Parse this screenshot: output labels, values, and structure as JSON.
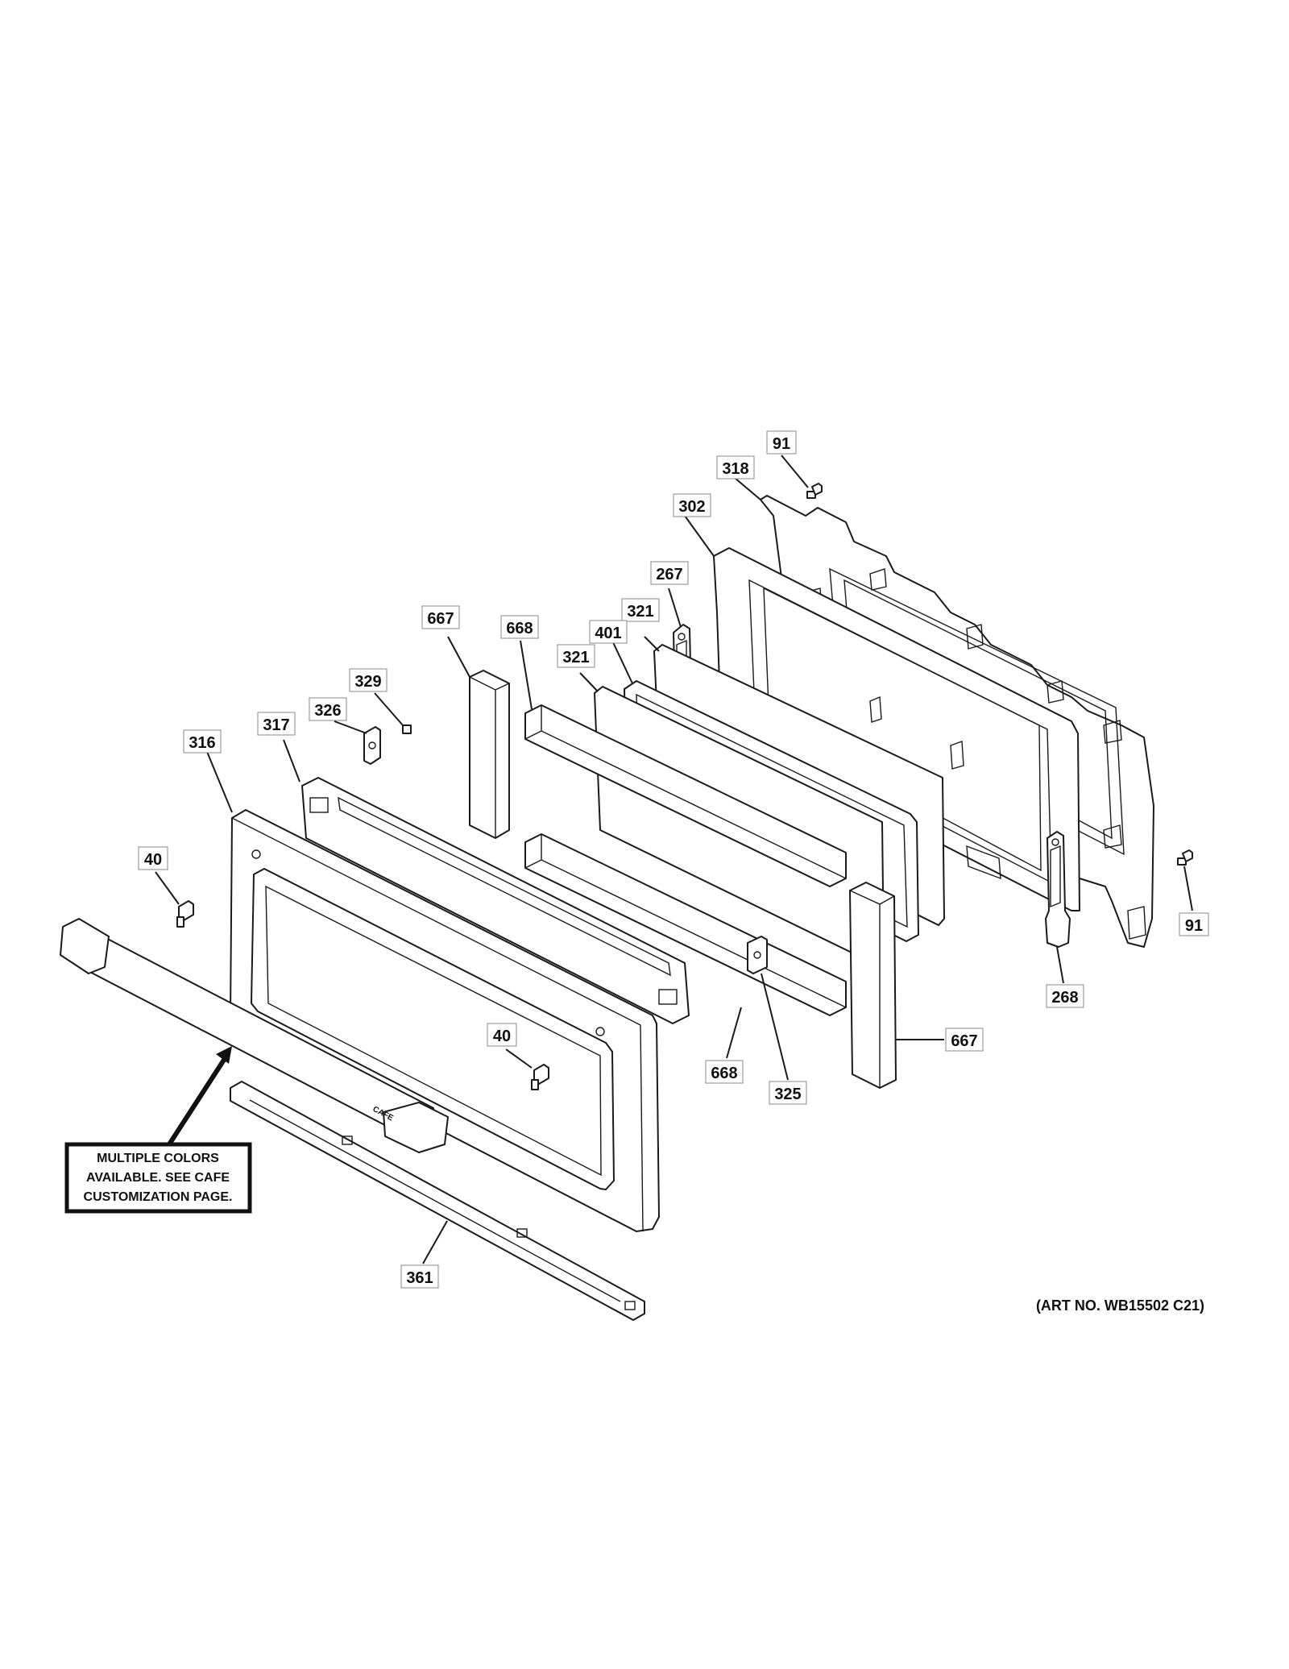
{
  "diagram": {
    "type": "exploded-parts-view",
    "art_number": "(ART NO. WB15502 C21)",
    "note": {
      "lines": [
        "MULTIPLE COLORS",
        "AVAILABLE. SEE CAFE",
        "CUSTOMIZATION PAGE."
      ]
    },
    "handle_logo": "CAFE",
    "callouts": [
      {
        "id": "c-91-top",
        "label": "91"
      },
      {
        "id": "c-318",
        "label": "318"
      },
      {
        "id": "c-302",
        "label": "302"
      },
      {
        "id": "c-267",
        "label": "267"
      },
      {
        "id": "c-321-a",
        "label": "321"
      },
      {
        "id": "c-667-top",
        "label": "667"
      },
      {
        "id": "c-668-top",
        "label": "668"
      },
      {
        "id": "c-401",
        "label": "401"
      },
      {
        "id": "c-321-b",
        "label": "321"
      },
      {
        "id": "c-329",
        "label": "329"
      },
      {
        "id": "c-326",
        "label": "326"
      },
      {
        "id": "c-317",
        "label": "317"
      },
      {
        "id": "c-316",
        "label": "316"
      },
      {
        "id": "c-40-left",
        "label": "40"
      },
      {
        "id": "c-91-right",
        "label": "91"
      },
      {
        "id": "c-268",
        "label": "268"
      },
      {
        "id": "c-667-right",
        "label": "667"
      },
      {
        "id": "c-40-mid",
        "label": "40"
      },
      {
        "id": "c-668-bottom",
        "label": "668"
      },
      {
        "id": "c-325",
        "label": "325"
      },
      {
        "id": "c-361",
        "label": "361"
      }
    ]
  }
}
